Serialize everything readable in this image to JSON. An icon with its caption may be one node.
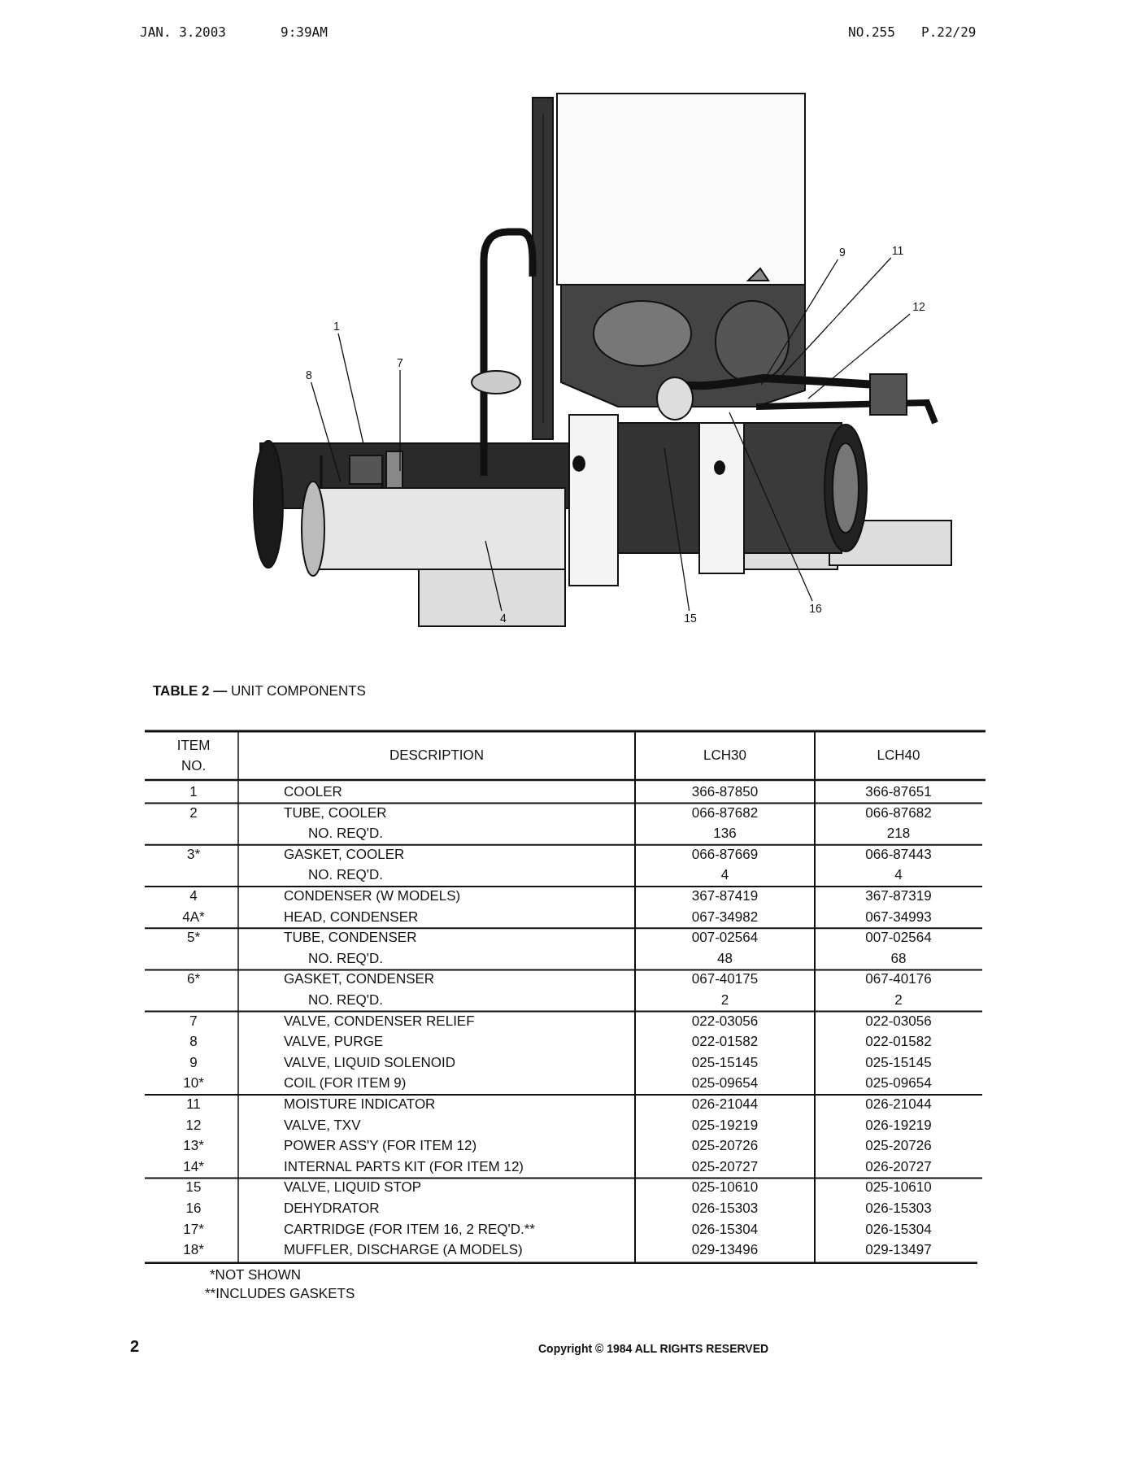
{
  "diagram": {
    "title": "**TABLE 2 —** UNIT COMPONENTS",
    "nodes": [
      {
        "text": [
          "9"
        ]
      },
      {
        "text": [
          "11"
        ]
      },
      {
        "text": [
          "12"
        ]
      },
      {
        "text": [
          "1"
        ]
      },
      {
        "text": [
          "7"
        ]
      },
      {
        "text": [
          "8"
        ]
      },
      {
        "text": [
          "16"
        ]
      },
      {
        "text": [
          "4"
        ]
      },
      {
        "text": [
          "15"
        ]
      }
    ],
    "edges": [
      {
        "from": 0,
        "to": null,
        "arrow": "none"
      },
      {
        "from": 1,
        "to": null,
        "arrow": "none"
      },
      {
        "from": 2,
        "to": null,
        "arrow": "none"
      },
      {
        "from": 3,
        "to": null,
        "arrow": "none"
      },
      {
        "from": 4,
        "to": null,
        "arrow": "none"
      },
      {
        "from": 5,
        "to": null,
        "arrow": "none"
      },
      {
        "from": 6,
        "to": null,
        "arrow": "none"
      },
      {
        "from": 7,
        "to": null,
        "arrow": "none"
      },
      {
        "from": 8,
        "to": null,
        "arrow": "none"
      }
    ],
    "labels": [
      "JAN. 3.2003",
      "9:39AM",
      "NO.255",
      "P.22/29",
      "ITEM NO.",
      "DESCRIPTION",
      "LCH30",
      "LCH40",
      "1",
      "COOLER",
      "366-87850",
      "366-87651",
      "2",
      "TUBE, COOLER",
      "066-87682",
      "066-87682",
      "NO. REQ'D.",
      "136",
      "218",
      "3*",
      "GASKET, COOLER",
      "066-87669",
      "066-87443",
      "NO. REQ'D.",
      "4",
      "4",
      "4",
      "CONDENSER (W MODELS)",
      "367-87419",
      "367-87319",
      "4A*",
      "HEAD, CONDENSER",
      "067-34982",
      "067-34993",
      "5*",
      "TUBE, CONDENSER",
      "007-02564",
      "007-02564",
      "NO. REQ'D.",
      "48",
      "68",
      "6*",
      "GASKET, CONDENSER",
      "067-40175",
      "067-40176",
      "NO. REQ'D.",
      "2",
      "2",
      "7",
      "VALVE, CONDENSER RELIEF",
      "022-03056",
      "022-03056",
      "8",
      "VALVE, PURGE",
      "022-01582",
      "022-01582",
      "9",
      "VALVE, LIQUID SOLENOID",
      "025-15145",
      "025-15145",
      "10*",
      "COIL (FOR ITEM 9)",
      "025-09654",
      "025-09654",
      "11",
      "MOISTURE INDICATOR",
      "026-21044",
      "026-21044",
      "12",
      "VALVE, TXV",
      "025-19219",
      "026-19219",
      "13*",
      "POWER ASS'Y (FOR ITEM 12)",
      "025-20726",
      "025-20726",
      "14*",
      "INTERNAL PARTS KIT (FOR ITEM 12)",
      "025-20727",
      "026-20727",
      "15",
      "VALVE, LIQUID STOP",
      "025-10610",
      "025-10610",
      "16",
      "DEHYDRATOR",
      "026-15303",
      "026-15303",
      "17*",
      "CARTRIDGE (FOR ITEM 16, 2 REQ'D.**",
      "026-15304",
      "026-15304",
      "18*",
      "MUFFLER, DISCHARGE (A MODELS)",
      "029-13496",
      "029-13497",
      "*NOT SHOWN",
      "**INCLUDES GASKETS",
      "2",
      "Copyright © 1984 ALL RIGHTS RESERVED"
    ]
  }
}
